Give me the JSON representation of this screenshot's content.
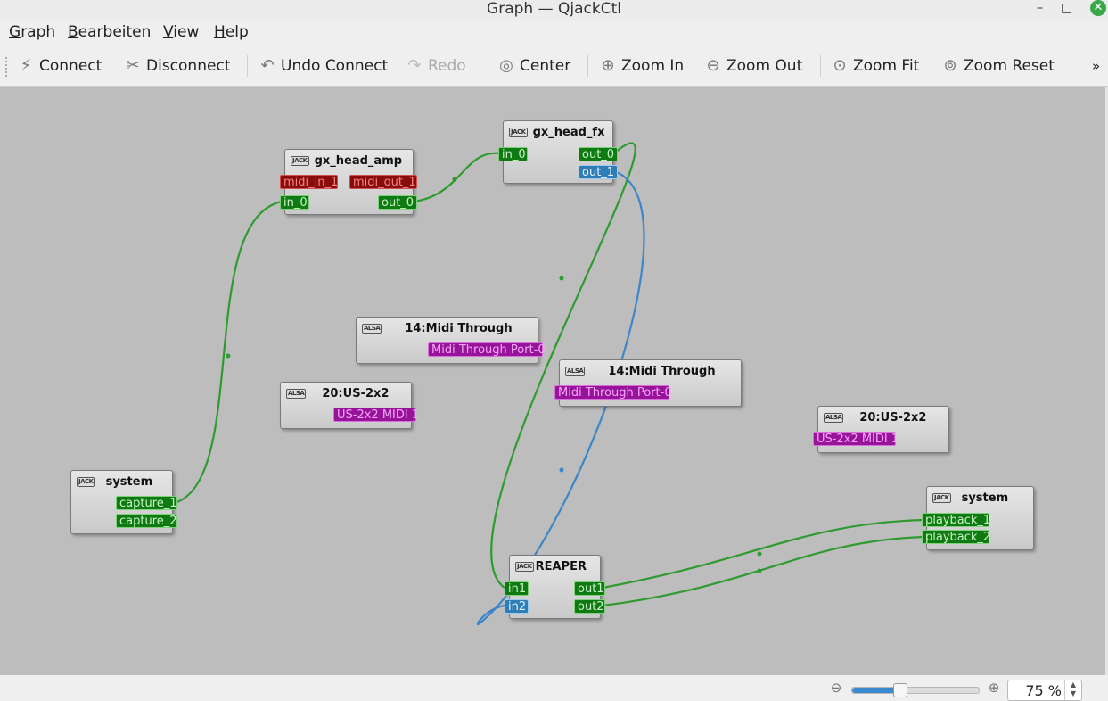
{
  "window": {
    "title": "Graph — QjackCtl",
    "minimize": "–",
    "maximize": "□",
    "close": "✕"
  },
  "menu": [
    "Graph",
    "Bearbeiten",
    "View",
    "Help"
  ],
  "toolbar": {
    "connect": "Connect",
    "disconnect": "Disconnect",
    "undo_connect": "Undo Connect",
    "redo": "Redo",
    "center": "Center",
    "zoom_in": "Zoom In",
    "zoom_out": "Zoom Out",
    "zoom_fit": "Zoom Fit",
    "zoom_reset": "Zoom Reset",
    "more": "»"
  },
  "icons": {
    "jack": "JACK",
    "alsa": "ALSA"
  },
  "nodes": {
    "gx_head_amp": {
      "title": "gx_head_amp",
      "ports": [
        "midi_in_1",
        "midi_out_1",
        "in_0",
        "out_0"
      ]
    },
    "gx_head_fx": {
      "title": "gx_head_fx",
      "ports": [
        "in_0",
        "out_0",
        "out_1"
      ]
    },
    "midi_through_1": {
      "title": "14:Midi Through",
      "ports": [
        "Midi Through Port-0"
      ]
    },
    "midi_through_2": {
      "title": "14:Midi Through",
      "ports": [
        "Midi Through Port-0"
      ]
    },
    "us2x2_1": {
      "title": "20:US-2x2",
      "ports": [
        "US-2x2 MIDI 1"
      ]
    },
    "us2x2_2": {
      "title": "20:US-2x2",
      "ports": [
        "US-2x2 MIDI 1"
      ]
    },
    "system_capture": {
      "title": "system",
      "ports": [
        "capture_1",
        "capture_2"
      ]
    },
    "system_playback": {
      "title": "system",
      "ports": [
        "playback_1",
        "playback_2"
      ]
    },
    "reaper": {
      "title": "REAPER",
      "ports": [
        "in1",
        "in2",
        "out1",
        "out2"
      ]
    }
  },
  "colors": {
    "canvas": "#bdbdbd",
    "audio_wire": "#2f9a2f",
    "selected_wire": "#3b86c8"
  },
  "status": {
    "zoom_value": "75 %",
    "zoom_fraction": 0.37
  }
}
